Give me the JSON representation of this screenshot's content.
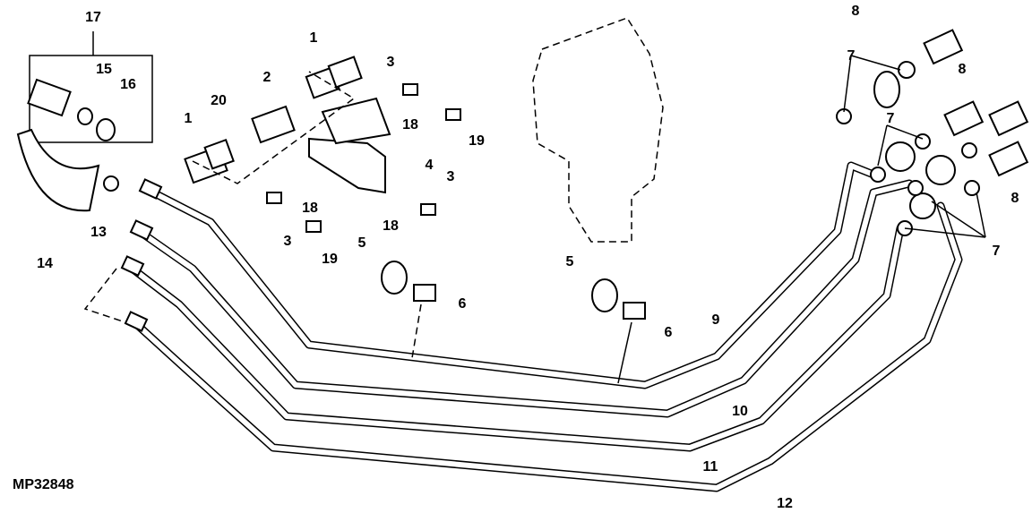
{
  "figure_id": "MP32848",
  "callouts": [
    "17",
    "15",
    "16",
    "14",
    "13",
    "20",
    "1",
    "2",
    "1",
    "3",
    "18",
    "19",
    "4",
    "3",
    "18",
    "18",
    "3",
    "19",
    "5",
    "6",
    "5",
    "6",
    "9",
    "10",
    "11",
    "12",
    "8",
    "7",
    "8",
    "7",
    "8",
    "7"
  ]
}
